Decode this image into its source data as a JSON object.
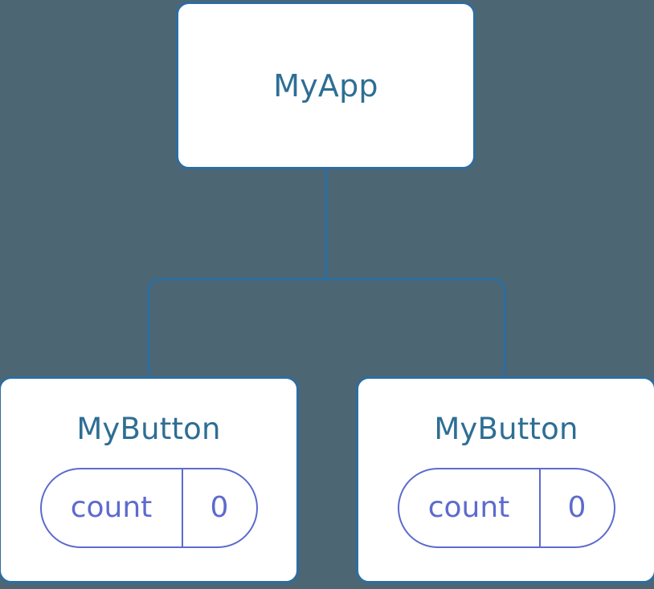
{
  "diagram": {
    "type": "component-tree",
    "background_color": "#4c6673",
    "node_fill_color": "#ffffff",
    "node_border_color": "#2d6da0",
    "node_label_color": "#2e6e94",
    "pill_color": "#5d6bcd",
    "edge_color": "#2d6da0",
    "root": {
      "label": "MyApp"
    },
    "children": [
      {
        "label": "MyButton",
        "state": {
          "key": "count",
          "value": "0"
        }
      },
      {
        "label": "MyButton",
        "state": {
          "key": "count",
          "value": "0"
        }
      }
    ]
  }
}
